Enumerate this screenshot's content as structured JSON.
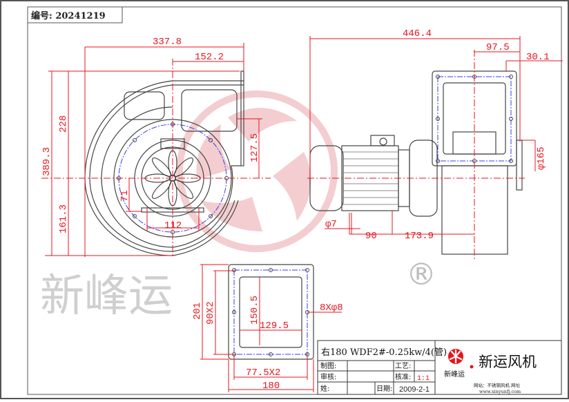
{
  "header": {
    "drawing_no": "编号: 20241219"
  },
  "front_view": {
    "dims": {
      "width_total": "337.8",
      "outlet_offset": "152.2",
      "height_total": "389.3",
      "height_upper": "228",
      "height_lower": "161.3",
      "outlet_height": "127.5",
      "foot_height": "71",
      "foot_spacing": "112"
    }
  },
  "side_view": {
    "dims": {
      "length_total": "446.4",
      "flange_offset": "97.5",
      "flange_edge": "30.1",
      "inlet_dia": "φ165",
      "hole_dia": "φ7",
      "foot_spacing": "90",
      "foot_to_center": "173.9"
    }
  },
  "flange_view": {
    "dims": {
      "outer_height": "201",
      "bolt_vertical": "90X2",
      "opening_height": "150.5",
      "opening_width": "129.5",
      "holes": "8Xφ8",
      "bolt_horizontal": "77.5X2",
      "outer_width": "180"
    }
  },
  "title_block": {
    "model": "右180 WDF2#-0.25kw/4(管)",
    "drawn_label": "制图:",
    "process_label": "工艺:",
    "review_label": "审核:",
    "approve_label": "核准:",
    "scale": "1:1",
    "name_label": "姓:",
    "date_label": "日期:",
    "date": "2009-2-1",
    "company": "新运风机",
    "logo_text": "新峰运",
    "website_line1": "网站：不锈钢风机.网址",
    "website_line2": "www.xinyunfj.com"
  },
  "watermark": {
    "text": "新峰运",
    "mark": "®"
  },
  "colors": {
    "dimension": "#e8141c",
    "outline": "#444444",
    "bolt_circle": "#3a3af0",
    "watermark": "#f2c4c6"
  }
}
